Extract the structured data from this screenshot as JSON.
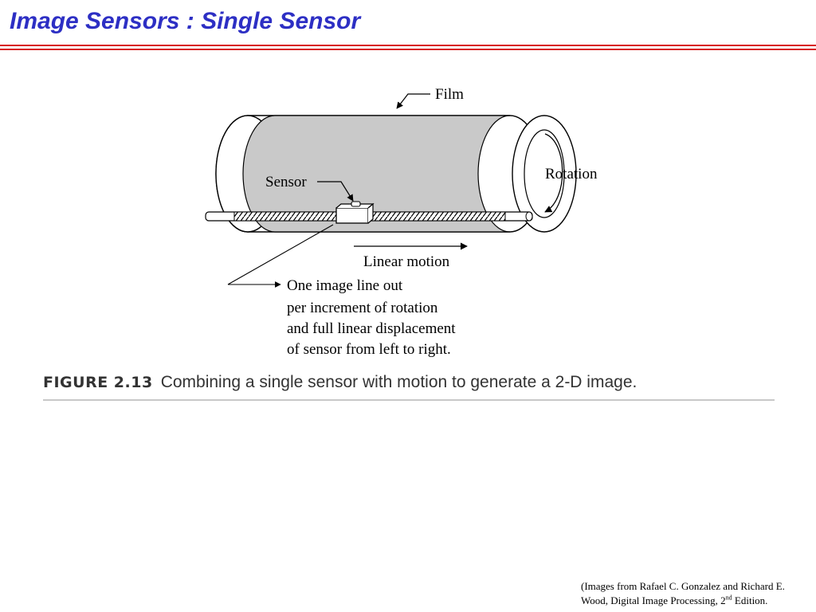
{
  "slide": {
    "title": "Image Sensors : Single Sensor"
  },
  "diagram": {
    "labels": {
      "film": "Film",
      "sensor": "Sensor",
      "rotation": "Rotation",
      "linear_motion": "Linear motion",
      "output_lines": [
        "One image line out",
        "per increment of rotation",
        "and full linear displacement",
        "of sensor from left to right."
      ]
    }
  },
  "figure": {
    "number": "FIGURE 2.13",
    "caption": "Combining a single sensor with motion to generate a 2-D image."
  },
  "credit": {
    "line1": "(Images from Rafael C. Gonzalez and Richard E.",
    "line2_before": "Wood, Digital Image Processing, 2",
    "line2_sup": "nd",
    "line2_after": " Edition."
  },
  "colors": {
    "title": "#2d2fc4",
    "rule": "#d81e1e",
    "film": "#c9c9c9"
  }
}
